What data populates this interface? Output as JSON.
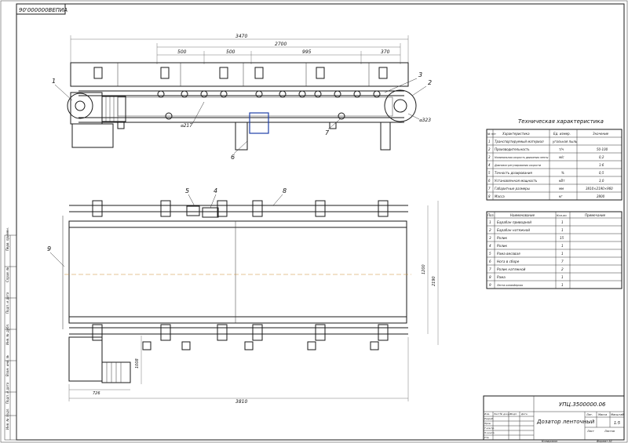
{
  "stamp_code": "90'000000ВЕПИА",
  "dims": {
    "top_total": "3470",
    "top_span": "2700",
    "seg1": "500",
    "seg2": "500",
    "seg3": "995",
    "seg4": "370",
    "dia_drive": "⌀217",
    "dia_tension": "⌀323",
    "plan_width1": "1200",
    "plan_width2": "2190",
    "plan_left": "726",
    "plan_height": "1008",
    "plan_total": "3810"
  },
  "callouts": [
    "1",
    "2",
    "3",
    "4",
    "5",
    "6",
    "7",
    "8",
    "9"
  ],
  "spec": {
    "title": "Техническая характеристика",
    "headers": [
      "№ п/п",
      "Характеристика",
      "Ед. измер.",
      "Значение"
    ],
    "rows": [
      [
        "1",
        "Транспортируемый материал",
        "угольная пыль",
        ""
      ],
      [
        "2",
        "Производительность",
        "т/ч",
        "50-100"
      ],
      [
        "3",
        "Номинальная скорость движения ленты",
        "м/с",
        "0,2"
      ],
      [
        "4",
        "Диапазон регулирования скорости",
        "",
        "1:6"
      ],
      [
        "5",
        "Точность дозирования",
        "%",
        "0,5"
      ],
      [
        "6",
        "Установленная мощность",
        "кВт",
        "3,0"
      ],
      [
        "7",
        "Габаритные размеры",
        "мм",
        "3810×2190×960"
      ],
      [
        "8",
        "Масса",
        "кг",
        "2800"
      ]
    ]
  },
  "bom": {
    "headers": [
      "Поз.",
      "Наименование",
      "Кол-во",
      "Примечание"
    ],
    "rows": [
      [
        "1",
        "Барабан приводной",
        "1",
        ""
      ],
      [
        "2",
        "Барабан натяжной",
        "1",
        ""
      ],
      [
        "3",
        "Ролик",
        "15",
        ""
      ],
      [
        "4",
        "Ролик",
        "1",
        ""
      ],
      [
        "5",
        "Рама весовая",
        "1",
        ""
      ],
      [
        "6",
        "Нога в сборе",
        "7",
        ""
      ],
      [
        "7",
        "Ролик натяжной",
        "2",
        ""
      ],
      [
        "8",
        "Рама",
        "1",
        ""
      ],
      [
        "9",
        "Лента конвейерная",
        "1",
        ""
      ]
    ]
  },
  "title_block": {
    "code": "УПЦ.3500000.06",
    "name": "Дозатор ленточный",
    "sheet_label": "Лит.",
    "mass_label": "Масса",
    "scale_label": "Масштаб",
    "scale": "1:5",
    "sheet": "Лист",
    "sheets": "Листов",
    "row_labels": [
      "Изм.",
      "Лист",
      "№ докум.",
      "Подп.",
      "Дата"
    ],
    "side_labels": [
      "Разраб.",
      "Пров.",
      "Т.контр.",
      "Н.контр.",
      "Утв."
    ],
    "footer_left": "Копировал",
    "footer_right": "Формат А1"
  },
  "side_margin": [
    "Перв. примен.",
    "Справ. №",
    "Подп. и дата",
    "Инв. № дубл.",
    "Взам. инв. №",
    "Подп. и дата",
    "Инв. № подл."
  ]
}
